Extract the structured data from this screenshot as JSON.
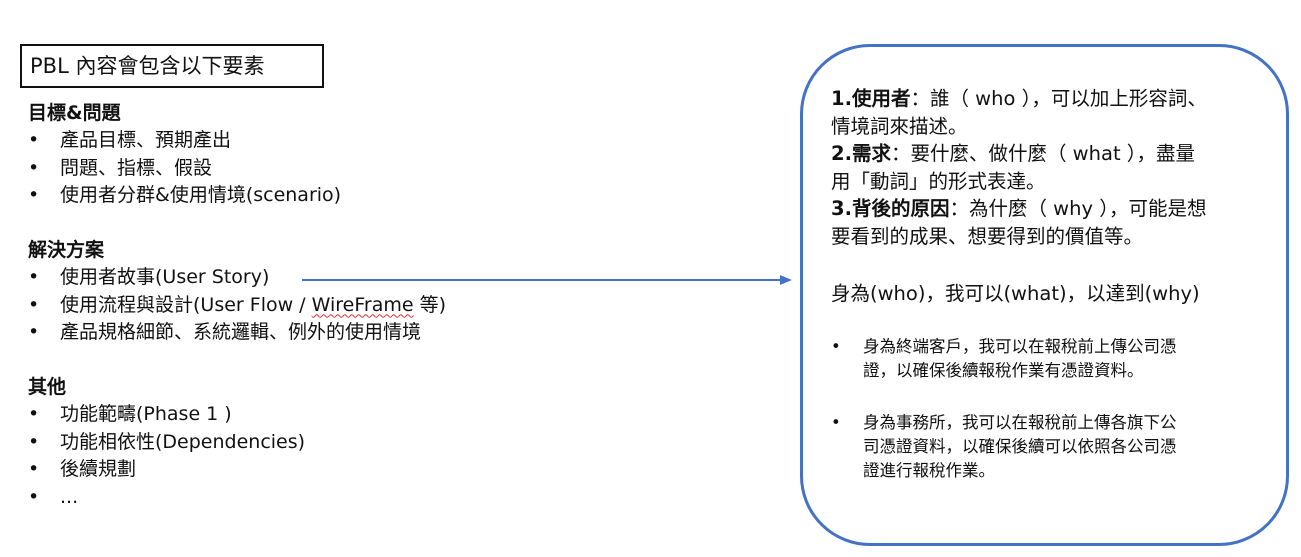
{
  "title": "PBL 內容會包含以下要素",
  "sections": [
    {
      "heading": "目標&問題",
      "items": [
        "產品目標、預期產出",
        "問題、指標、假設",
        "使用者分群&使用情境(scenario)"
      ]
    },
    {
      "heading": "解決方案",
      "items": [
        "使用者故事(User Story)",
        "產品規格細節、系統邏輯、例外的使用情境"
      ],
      "flow_item": {
        "prefix": "使用流程與設計(User Flow / ",
        "underlined": "WireFrame",
        "suffix": " 等)"
      }
    },
    {
      "heading": "其他",
      "items": [
        "功能範疇(Phase 1 )",
        "功能相依性(Dependencies)",
        "後續規劃",
        "..."
      ]
    }
  ],
  "story_card": {
    "who_label": "1.使用者",
    "who_line1": "：誰（ who ），可以加上形容詞、",
    "who_line2": "情境詞來描述。",
    "what_label": "2.需求",
    "what_line1": "：要什麼、做什麼（ what ），盡量",
    "what_line2": "用「動詞」的形式表達。",
    "why_label": "3.背後的原因",
    "why_line1": "：為什麼（ why ），可能是想",
    "why_line2": "要看到的成果、想要得到的價值等。",
    "template": "身為(who)，我可以(what)，以達到(why)",
    "examples": [
      {
        "line1": "身為終端客戶，我可以在報稅前上傳公司憑",
        "line2": "證，以確保後續報稅作業有憑證資料。"
      },
      {
        "line1": "身為事務所，我可以在報稅前上傳各旗下公",
        "line2": "司憑證資料，以確保後續可以依照各公司憑",
        "line3": "證進行報稅作業。"
      }
    ]
  },
  "colors": {
    "card_border": "#4472c4",
    "arrow": "#4472c4",
    "spell_underline": "#dd3333"
  },
  "icons": {
    "connector": "arrow-right-icon"
  }
}
